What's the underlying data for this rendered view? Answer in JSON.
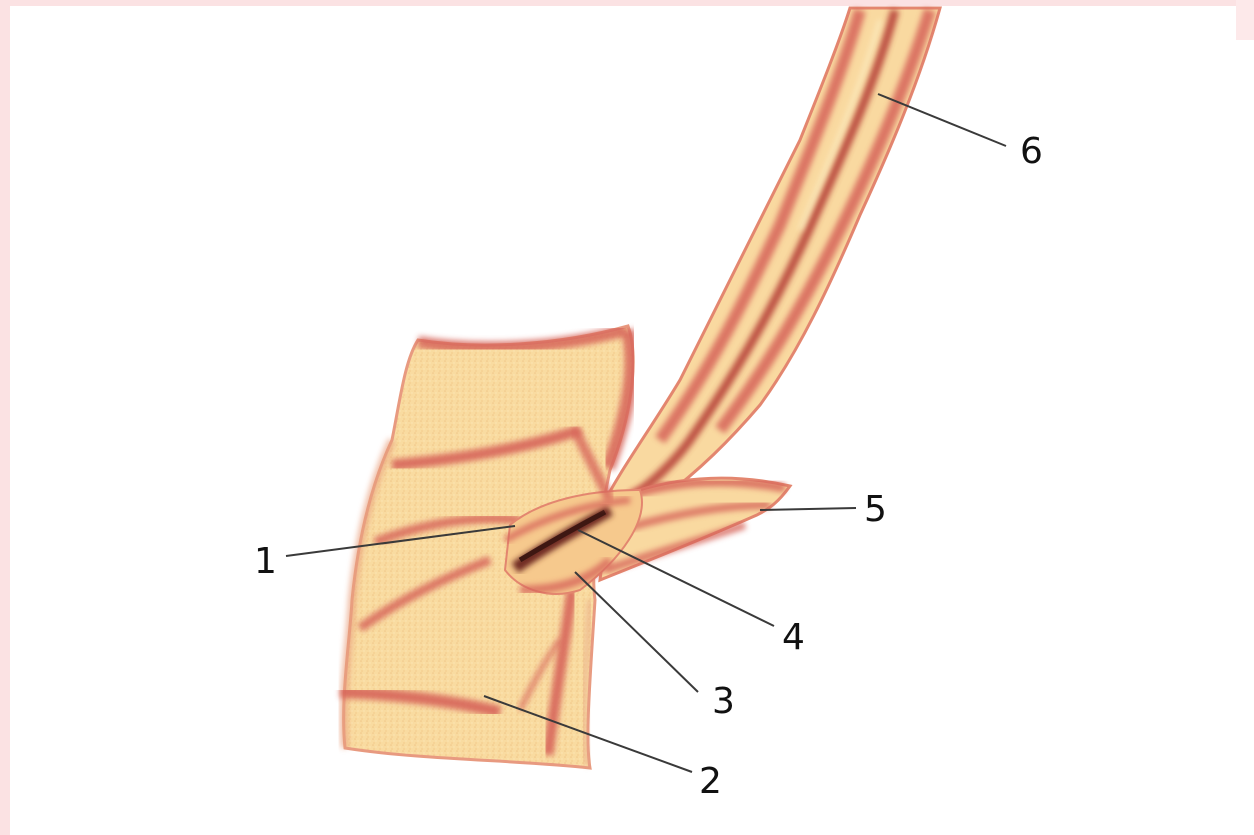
{
  "frame_color": "#fbe2e3",
  "tissue_colors": {
    "base": "#f9dba0",
    "light": "#fbeec4",
    "stripe": "#d7655a",
    "stripe_dark": "#8a2e26"
  },
  "labels": [
    {
      "id": "1",
      "text": "1"
    },
    {
      "id": "2",
      "text": "2"
    },
    {
      "id": "3",
      "text": "3"
    },
    {
      "id": "4",
      "text": "4"
    },
    {
      "id": "5",
      "text": "5"
    },
    {
      "id": "6",
      "text": "6"
    }
  ]
}
